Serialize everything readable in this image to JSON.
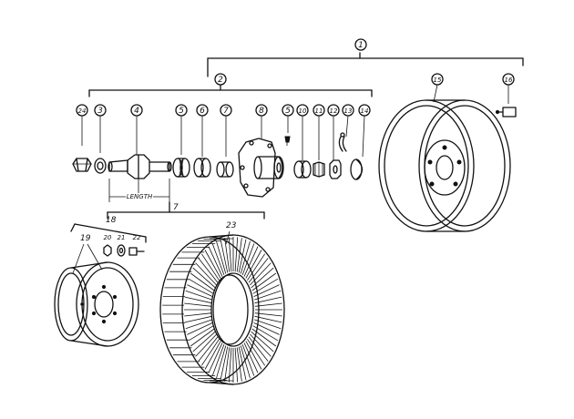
{
  "diagram": {
    "callouts": {
      "c1": "1",
      "c2": "2",
      "c24": "24",
      "c3": "3",
      "c4": "4",
      "c5a": "5",
      "c6a": "6",
      "c7": "7",
      "c8": "8",
      "c5b": "5",
      "c10": "10",
      "c11": "11",
      "c12": "12",
      "c13": "13",
      "c14": "14",
      "c15": "15",
      "c16": "16",
      "c18": "18",
      "c19": "19",
      "c20": "20",
      "c21": "21",
      "c22": "22",
      "c23": "23"
    },
    "length_label": "LENGTH",
    "bracket_7": "7"
  }
}
